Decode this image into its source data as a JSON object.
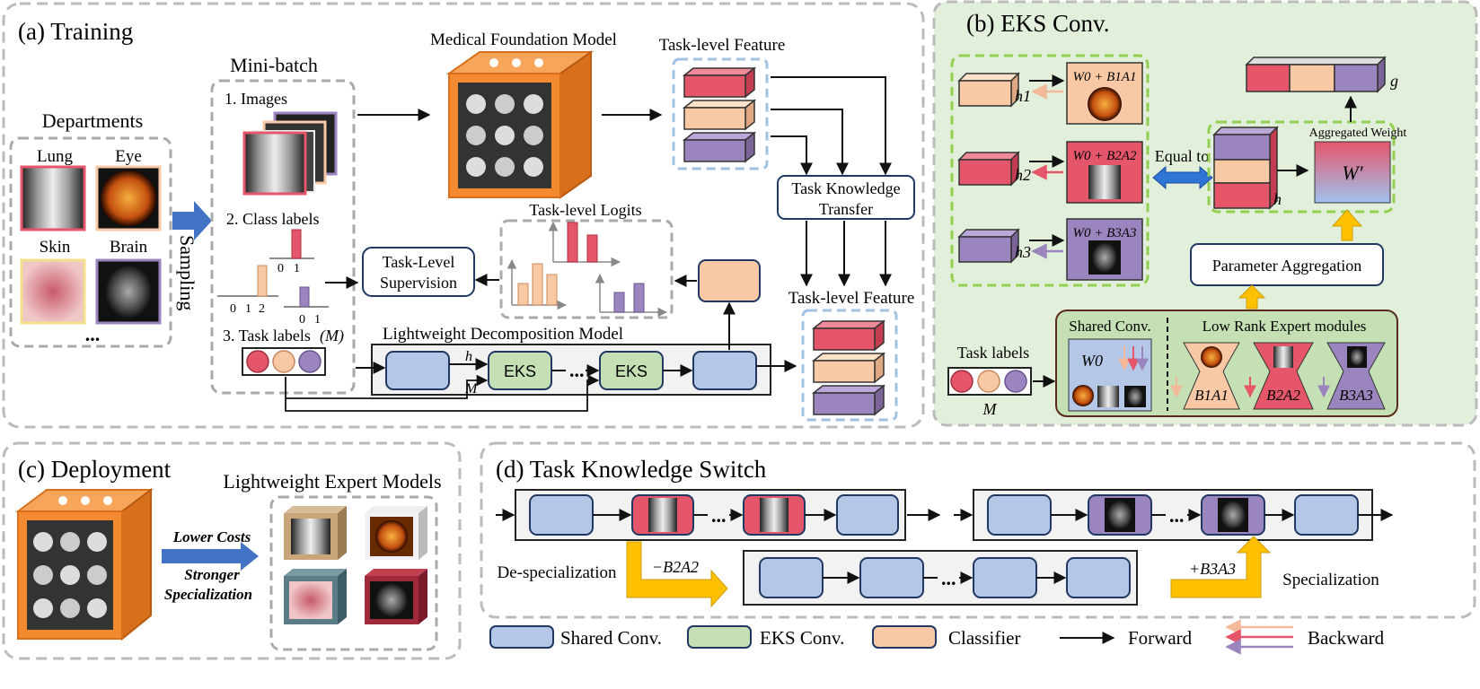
{
  "panels": {
    "training": "(a) Training",
    "eks": "(b) EKS Conv.",
    "deployment": "(c) Deployment",
    "switch": "(d) Task Knowledge Switch"
  },
  "training": {
    "departments_title": "Departments",
    "departments": [
      "Lung",
      "Eye",
      "Skin",
      "Brain"
    ],
    "ellipsis": "...",
    "sampling": "Sampling",
    "minibatch_title": "Mini-batch",
    "images_label": "1. Images",
    "class_labels": "2. Class labels",
    "task_labels": "3. Task labels",
    "task_labels_var": "(M)",
    "ticks_a": [
      "0",
      "1",
      "2"
    ],
    "ticks_b": [
      "0",
      "1"
    ],
    "ticks_c": [
      "0",
      "1"
    ],
    "foundation_model": "Medical Foundation Model",
    "task_feature_top": "Task-level Feature",
    "task_feature_bottom": "Task-level Feature",
    "transfer": [
      "Task Knowledge",
      "Transfer"
    ],
    "logits_title": "Task-level Logits",
    "supervision": [
      "Task-Level",
      "Supervision"
    ],
    "ldm_title": "Lightweight Decomposition Model",
    "eks_block": "EKS",
    "h_label": "h",
    "m_label": "M"
  },
  "eks": {
    "h_labels": [
      "h1",
      "h2",
      "h3"
    ],
    "weights": [
      "W0 + B1A1",
      "W0 + B2A2",
      "W0 + B3A3"
    ],
    "equal_to": "Equal to",
    "aggregated_weight": "Aggregated Weight",
    "w_prime": "W′",
    "h": "h",
    "g": "g",
    "param_agg": "Parameter Aggregation",
    "task_labels": "Task labels",
    "m": "M",
    "shared_conv": "Shared Conv.",
    "w0": "W0",
    "low_rank": "Low Rank Expert modules",
    "experts": [
      "B1A1",
      "B2A2",
      "B3A3"
    ]
  },
  "deployment": {
    "expert_models": "Lightweight Expert Models",
    "lower_costs": "Lower Costs",
    "stronger": "Stronger",
    "specialization": "Specialization"
  },
  "switch": {
    "despec": "De-specialization",
    "minus": "−B2A2",
    "plus": "+B3A3",
    "spec": "Specialization"
  },
  "legend": {
    "shared": "Shared Conv.",
    "eks": "EKS Conv.",
    "classifier": "Classifier",
    "forward": "Forward",
    "backward": "Backward"
  },
  "colors": {
    "red": "#e5566a",
    "peach": "#f8c9a4",
    "purple": "#9b85be",
    "blue_block": "#b4c7e7",
    "green_block": "#c5e0b4",
    "green_panel": "#e2efda",
    "orange": "#f4892f",
    "arrow_blue": "#4472c4",
    "arrow_yellow": "#f9b800"
  }
}
